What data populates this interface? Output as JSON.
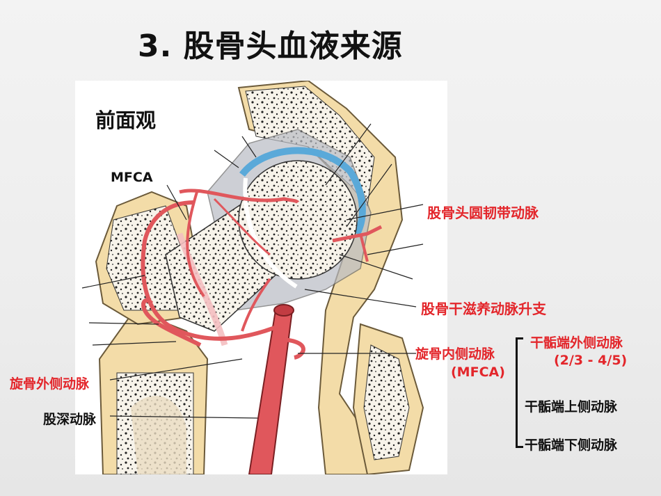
{
  "slide": {
    "title": "3.  股骨头血液来源",
    "view": "前面观"
  },
  "labels": {
    "mfca_top": "MFCA",
    "lig_teres": "股骨头圆韧带动脉",
    "nutrient_asc": "股骨干滋养动脉升支",
    "mfca_cn": "旋骨内侧动脉",
    "mfca_abbr": "(MFCA)",
    "lfca": "旋骨外侧动脉",
    "deep_femoral": "股深动脉"
  },
  "branches": {
    "lateral": "干骺端外侧动脉",
    "lateral_ratio": "(2/3 - 4/5)",
    "superior": "干骺端上侧动脉",
    "inferior": "干骺端下侧动脉"
  },
  "colors": {
    "accent": "#e3262b",
    "bone": "#f3dca8",
    "cartilage": "#5aa9d9",
    "artery": "#e0575c"
  }
}
